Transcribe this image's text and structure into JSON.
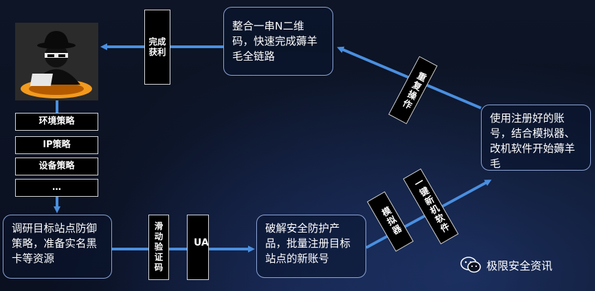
{
  "nodes": {
    "prepare": "调研目标站点防御策略，准备实名黑卡等资源",
    "crack": "破解安全防护产品，批量注册目标站点的新账号",
    "use_accounts": "使用注册好的账号，结合模拟器、改机软件开始薅羊毛",
    "integrate": "整合一串N二维码，快速完成薅羊毛全链路"
  },
  "strategies": [
    "环境策略",
    "IP策略",
    "设备策略",
    "…"
  ],
  "labels": {
    "slider": "滑动验证码",
    "ua": "UA",
    "emulator": "模拟器",
    "one_click": "一键新机软件",
    "repeat": "重复操作",
    "complete": "完成获利"
  },
  "brand": {
    "name": "极限安全资讯",
    "icon": "wechat-icon"
  },
  "colors": {
    "arrow": "#4a8fe0",
    "box_border": "#8ea6d8",
    "background": "#0b1222"
  }
}
